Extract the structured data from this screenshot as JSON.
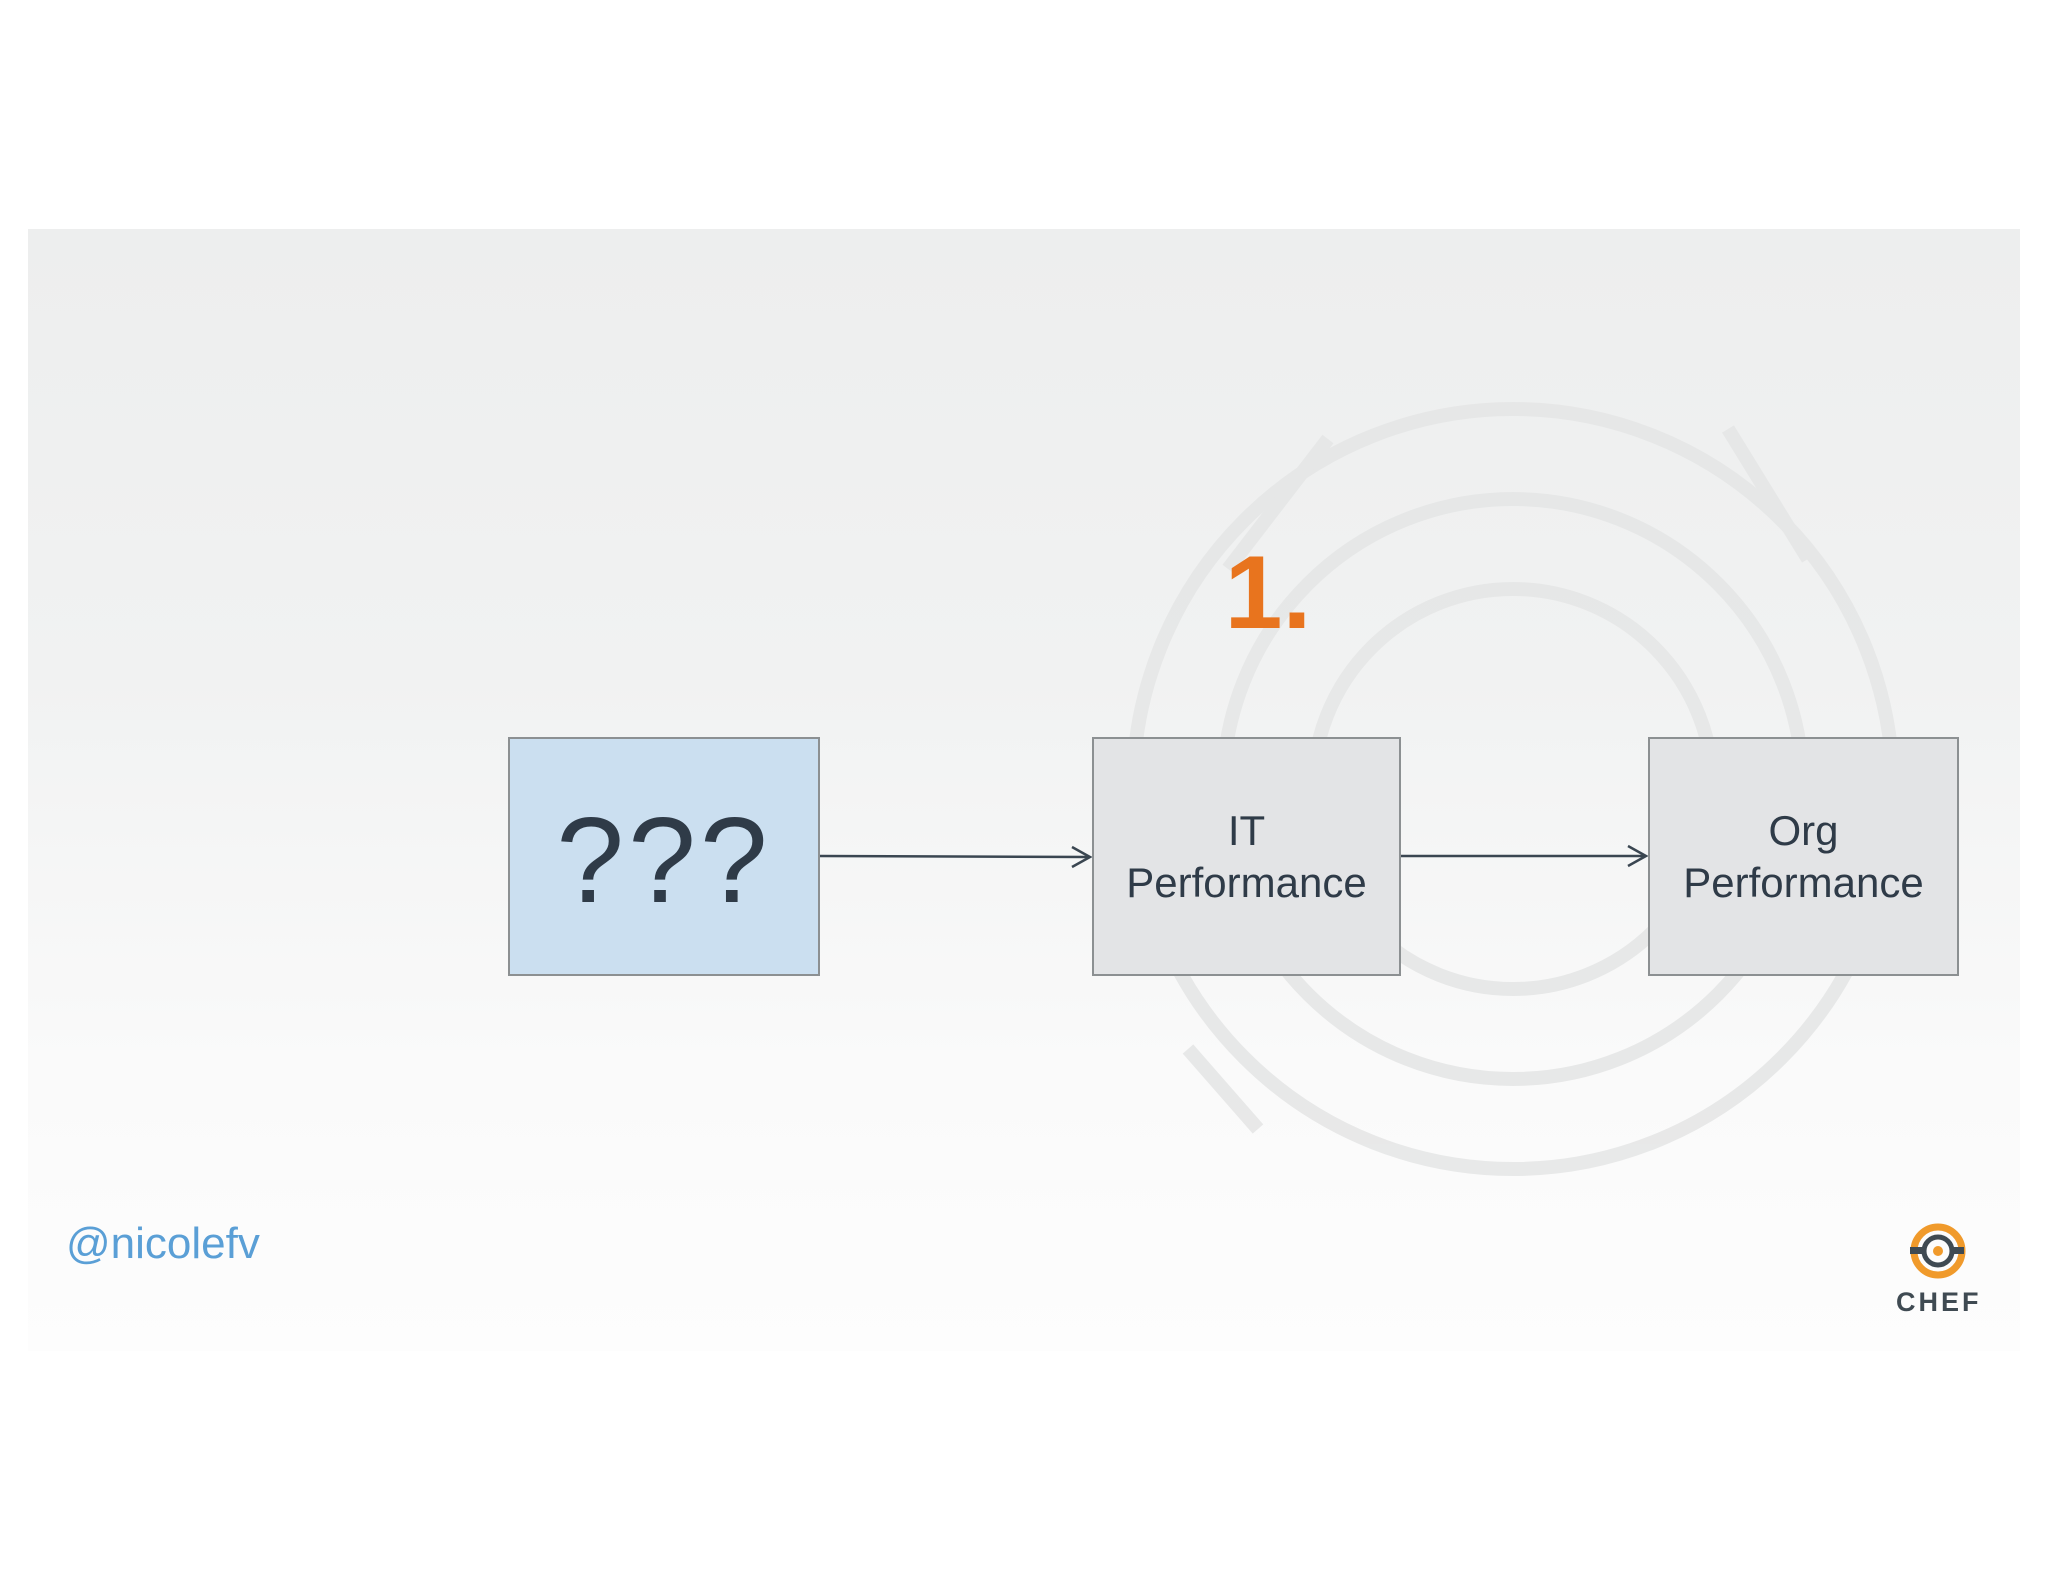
{
  "step": {
    "number": "1."
  },
  "boxes": [
    {
      "label": "???"
    },
    {
      "label": "IT\nPerformance"
    },
    {
      "label": "Org\nPerformance"
    }
  ],
  "footer": {
    "handle": "@nicolefv",
    "logo_text": "CHEF"
  },
  "colors": {
    "accent": "#e8741e",
    "handle": "#5a9fd6",
    "unknown_box": "#cbdff0",
    "performance_box": "#e3e4e6",
    "text": "#2f3b48"
  }
}
